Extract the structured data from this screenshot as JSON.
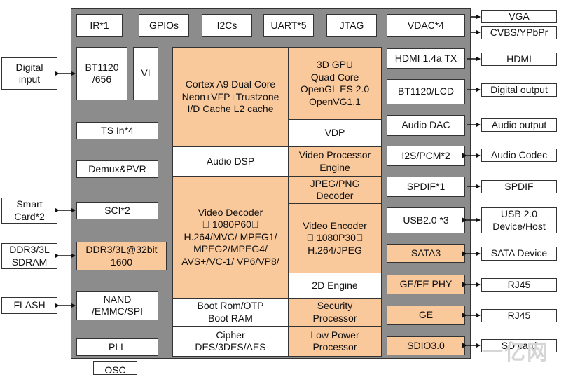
{
  "top_row": {
    "ir": "IR*1",
    "gpios": "GPIOs",
    "i2cs": "I2Cs",
    "uart": "UART*5",
    "jtag": "JTAG"
  },
  "left_blocks": {
    "bt1120": "BT1120\n/656",
    "vi": "VI",
    "ts_in": "TS In*4",
    "demux": "Demux&PVR",
    "sci": "SCI*2",
    "ddr_ctrl": "DDR3/3L@32bit\n1600",
    "nand": "NAND\n/EMMC/SPI",
    "pll": "PLL",
    "osc": "OSC"
  },
  "core_blocks": {
    "cpu": "Cortex A9 Dual Core\nNeon+VFP+Trustzone\nI/D Cache L2 cache",
    "gpu": "3D GPU\nQuad Core\nOpenGL ES 2.0\nOpenVG1.1",
    "vdp": "VDP",
    "audio_dsp": "Audio DSP",
    "vpe": "Video Processor\nEngine",
    "jpeg_dec": "JPEG/PNG\nDecoder",
    "video_dec": "Video Decoder\n 1080P60\nH.264/MVC/ MPEG1/\nMPEG2/MPEG4/\nAVS+/VC-1/ VP6/VP8/",
    "video_enc": "Video Encoder\n 1080P30\nH.264/JPEG",
    "engine_2d": "2D Engine",
    "boot_rom": "Boot Rom/OTP\nBoot RAM",
    "security": "Security\nProcessor",
    "cipher": "Cipher\nDES/3DES/AES",
    "low_power": "Low Power\nProcessor"
  },
  "right_blocks": {
    "vdac": "VDAC*4",
    "hdmi_tx": "HDMI 1.4a TX",
    "bt1120_lcd": "BT1120/LCD",
    "audio_dac": "Audio DAC",
    "i2s": "I2S/PCM*2",
    "spdif": "SPDIF*1",
    "usb": "USB2.0 *3",
    "sata": "SATA3",
    "ge_fe": "GE/FE PHY",
    "ge": "GE",
    "sdio": "SDIO3.0"
  },
  "external_left": {
    "digital_input": "Digital\ninput",
    "smart_card": "Smart\nCard*2",
    "ddr_sdram": "DDR3/3L\nSDRAM",
    "flash": "FLASH"
  },
  "external_right": {
    "vga": "VGA",
    "cvbs": "CVBS/YPbPr",
    "hdmi": "HDMI",
    "digital_output": "Digital output",
    "audio_output": "Audio output",
    "audio_codec": "Audio Codec",
    "spdif_out": "SPDIF",
    "usb_device": "USB 2.0\nDevice/Host",
    "sata_device": "SATA Device",
    "rj45_a": "RJ45",
    "rj45_b": "RJ45",
    "sd_card": "SD card"
  },
  "colors": {
    "chip_bg": "#8c8c8c",
    "orange_block": "#f9c89b",
    "white_block": "#ffffff",
    "line": "#111111"
  }
}
